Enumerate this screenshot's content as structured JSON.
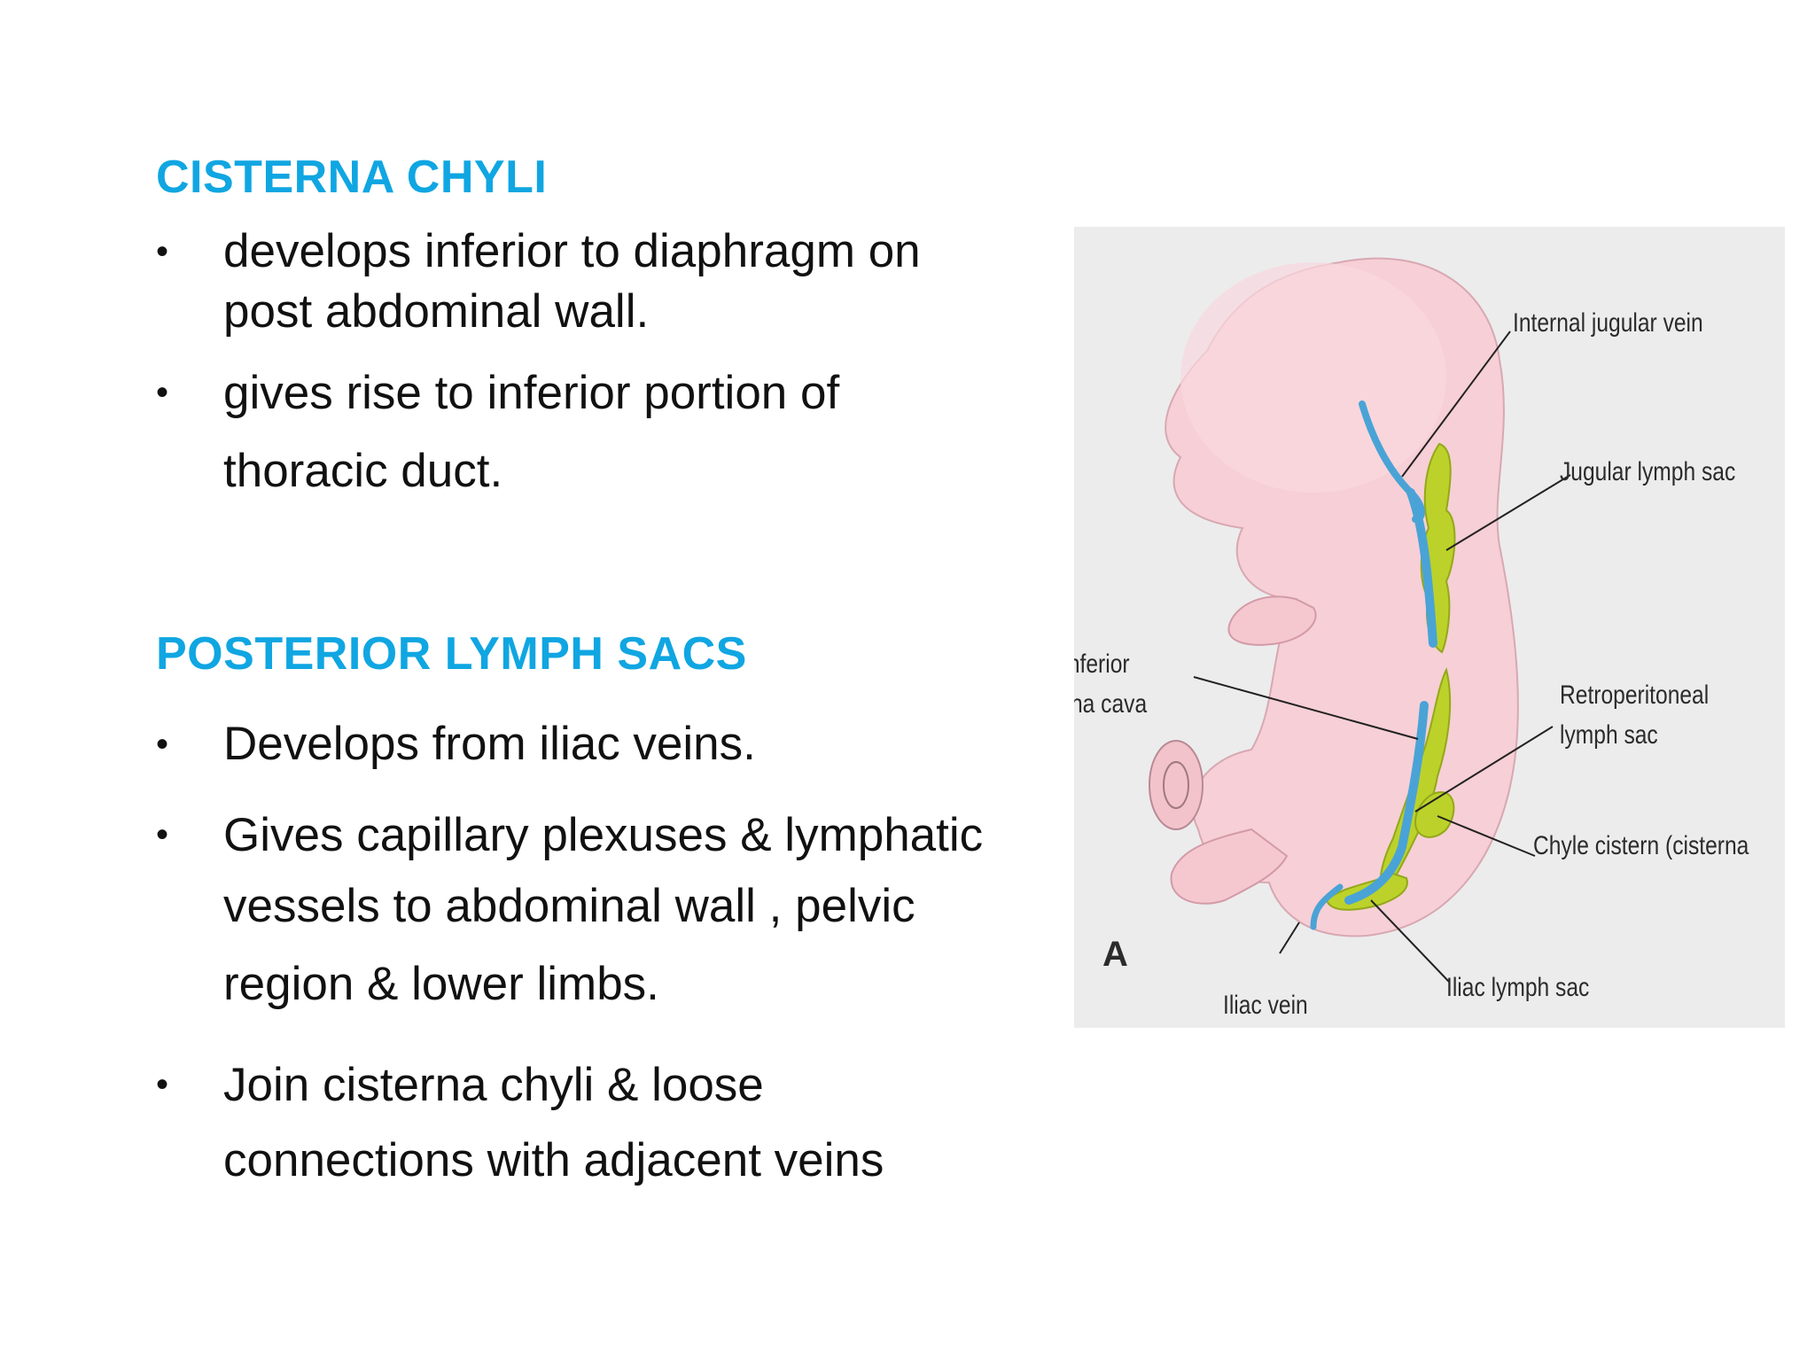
{
  "section1": {
    "heading": "CISTERNA CHYLI",
    "bullets": [
      {
        "lines": [
          "develops inferior to diaphragm on",
          "post  abdominal wall."
        ]
      },
      {
        "lines": [
          "gives rise to inferior portion of",
          "thoracic duct."
        ]
      }
    ]
  },
  "section2": {
    "heading": "POSTERIOR LYMPH SACS",
    "bullets": [
      {
        "lines": [
          "Develops from iliac veins."
        ]
      },
      {
        "lines": [
          "Gives capillary plexuses & lymphatic",
          "vessels to abdominal wall , pelvic",
          "region &  lower limbs."
        ]
      },
      {
        "lines": [
          "Join cisterna chyli & loose",
          "connections  with adjacent veins"
        ]
      }
    ]
  },
  "bullet_symbol": "•",
  "figure": {
    "labels": {
      "internal_jugular_vein": "Internal jugular vein",
      "jugular_lymph_sac": "Jugular lymph sac",
      "inferior_vena_cava_1": "Inferior",
      "inferior_vena_cava_2": "vena cava",
      "retroperitoneal_1": "Retroperitoneal",
      "retroperitoneal_2": "lymph sac",
      "chyle_cistern": "Chyle cistern (cisterna",
      "iliac_lymph_sac": "Iliac lymph sac",
      "iliac_vein": "Iliac vein",
      "panel_letter": "A"
    },
    "colors": {
      "heading": "#10a6e2",
      "embryo_skin": "#f7cfd6",
      "vein": "#4aa3d6",
      "lymph_sac": "#bcd22a",
      "background": "#ececed"
    }
  }
}
